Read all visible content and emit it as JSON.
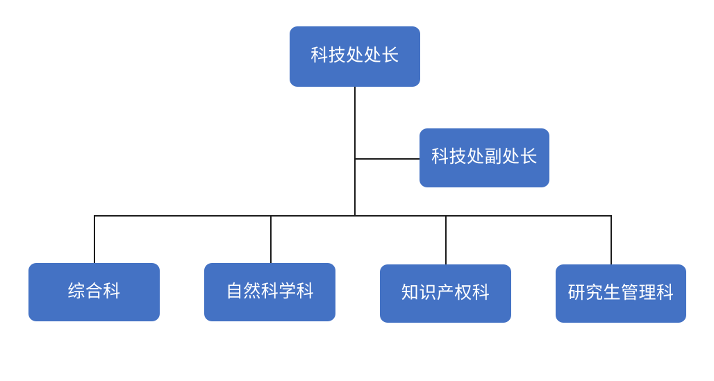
{
  "chart": {
    "type": "org-chart",
    "title": "",
    "background_color": "#ffffff",
    "node_fill_color": "#4472C4",
    "node_text_color": "#FFFFFF",
    "connector_color": "#1A1A1A",
    "root": {
      "id": "root",
      "label": "科技处处长",
      "level": 0
    },
    "assistant": {
      "id": "assistant",
      "label": "科技处副处长",
      "level": 1,
      "relation": "assistant-of-root",
      "side": "right"
    },
    "children": [
      {
        "id": "child-1",
        "label": "综合科",
        "level": 2
      },
      {
        "id": "child-2",
        "label": "自然科学科",
        "level": 2
      },
      {
        "id": "child-3",
        "label": "知识产权科",
        "level": 2
      },
      {
        "id": "child-4",
        "label": "研究生管理科",
        "level": 2
      }
    ]
  }
}
